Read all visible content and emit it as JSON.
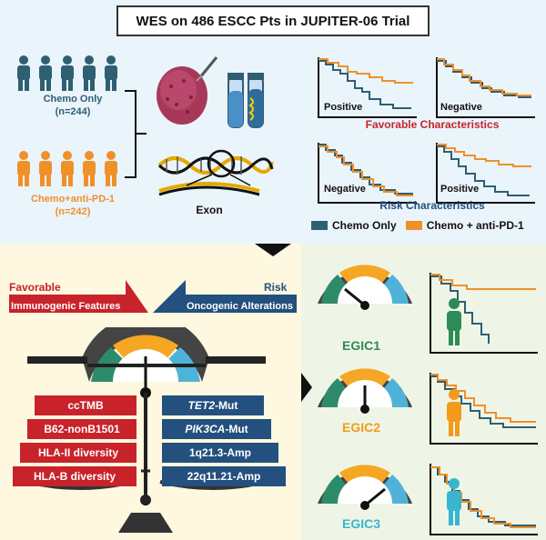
{
  "title": "WES on 486 ESCC Pts in JUPITER-06 Trial",
  "groups": {
    "chemo": {
      "label": "Chemo Only",
      "n": "(n=244)"
    },
    "combo": {
      "label": "Chemo+anti-PD-1",
      "n": "(n=242)"
    }
  },
  "exon_label": "Exon",
  "km_panels": {
    "top_left": "Positive",
    "top_right": "Negative",
    "bottom_left": "Negative",
    "bottom_right": "Positive"
  },
  "favorable_characteristics": "Favorable Characteristics",
  "risk_characteristics": "Risk Characteristics",
  "legend": {
    "chemo": "Chemo Only",
    "combo": "Chemo + anti-PD-1"
  },
  "balance": {
    "favorable_title": "Favorable",
    "favorable_subtitle": "Immunogenic Features",
    "risk_title": "Risk",
    "risk_subtitle": "Oncogenic Alterations",
    "favorable_items": [
      "ccTMB",
      "B62-nonB1501",
      "HLA-II diversity",
      "HLA-B diversity"
    ],
    "risk_items": [
      {
        "gene": "TET2",
        "suffix": "-Mut"
      },
      {
        "gene": "PIK3CA",
        "suffix": "-Mut"
      },
      {
        "gene": "",
        "suffix": "1q21.3-Amp"
      },
      {
        "gene": "",
        "suffix": "22q11.21-Amp"
      }
    ]
  },
  "egic": [
    {
      "label": "EGIC1",
      "color": "#2e8b57"
    },
    {
      "label": "EGIC2",
      "color": "#f39a1c"
    },
    {
      "label": "EGIC3",
      "color": "#38b6cf"
    }
  ],
  "colors": {
    "chemo": "#2f5f73",
    "combo": "#f0902a",
    "red": "#c8232b",
    "blue": "#23507f",
    "gauge_green": "#2e8b6a",
    "gauge_orange": "#f5a623",
    "gauge_blue": "#4fb3d9"
  }
}
